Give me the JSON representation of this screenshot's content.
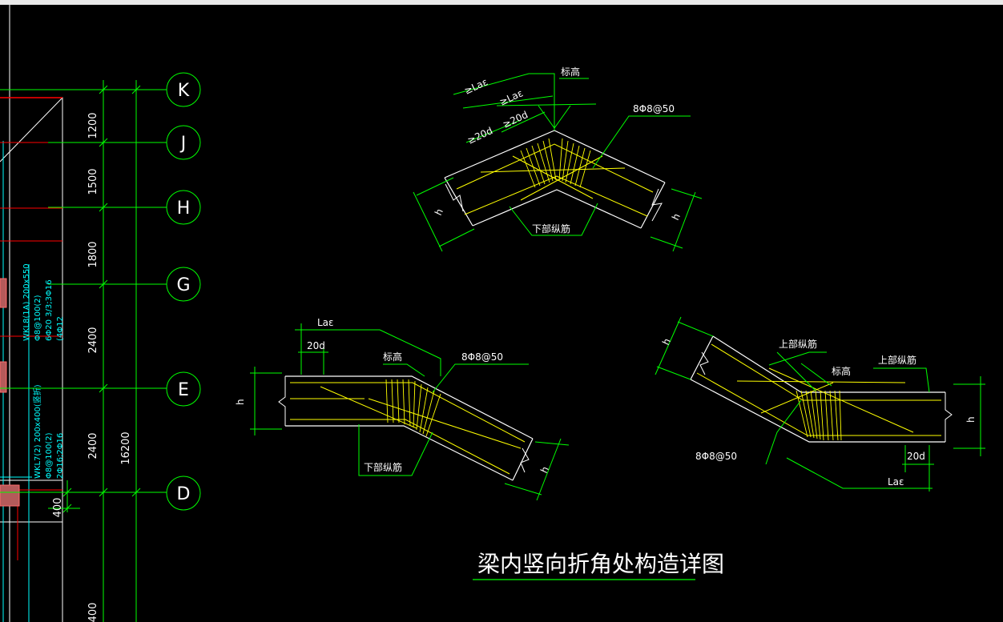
{
  "grid_axes": [
    {
      "label": "K"
    },
    {
      "label": "J"
    },
    {
      "label": "H"
    },
    {
      "label": "G"
    },
    {
      "label": "E"
    },
    {
      "label": "D"
    }
  ],
  "grid_dims": [
    "1200",
    "1500",
    "1800",
    "2400",
    "2400",
    "400"
  ],
  "grid_total": "16200",
  "grid_bottom_dim": "400",
  "beam_notes": {
    "wkl8": [
      "WKL8(1A) 200x550",
      "Φ8@100(2)",
      "6Φ20 3/3;3Φ16",
      "(4Φ12"
    ],
    "wkl7": [
      "WKL7(2) 200x400(竖折)",
      "Φ8@100(2)",
      "2Φ16;2Φ16"
    ]
  },
  "detail_top": {
    "lae_outer": "≥Laε",
    "lae_inner": "≥Laε",
    "d20_a": "≥20d",
    "d20_b": "≥20d",
    "elevation": "标高",
    "stirrups": "8Φ8@50",
    "h_left": "h",
    "h_right": "h",
    "bottom_bar": "下部纵筋"
  },
  "detail_left": {
    "lae": "Laε",
    "d20": "20d",
    "elevation": "标高",
    "stirrups": "8Φ8@50",
    "h_left": "h",
    "h_right": "h",
    "bottom_bar": "下部纵筋"
  },
  "detail_right": {
    "h_left": "h",
    "top_bar_a": "上部纵筋",
    "top_bar_b": "上部纵筋",
    "elevation": "标高",
    "h_right": "h",
    "stirrups": "8Φ8@50",
    "d20": "20d",
    "lae": "Laε"
  },
  "drawing_title": "梁内竖向折角处构造详图",
  "colors": {
    "background": "#000000",
    "green": "#00ff00",
    "white": "#ffffff",
    "yellow": "#ffff00",
    "cyan": "#00ffff",
    "red": "#ff0000",
    "topbar": "#e9e9e9"
  }
}
